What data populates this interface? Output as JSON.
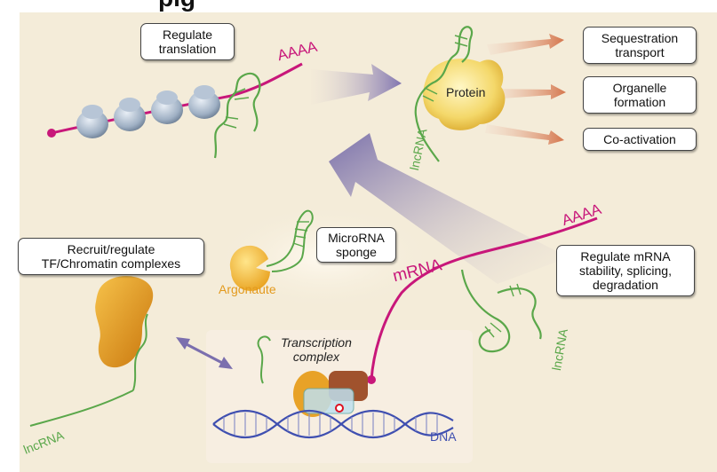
{
  "header_fragment": "pig",
  "boxes": {
    "regulate_translation": "Regulate\ntranslation",
    "sequestration": "Sequestration\ntransport",
    "organelle": "Organelle\nformation",
    "coactivation": "Co-activation",
    "microrna_sponge": "MicroRNA\nsponge",
    "recruit": "Recruit/regulate\nTF/Chromatin complexes",
    "regulate_mrna": "Regulate mRNA\nstability, splicing,\ndegradation"
  },
  "labels": {
    "aaaa_top": "AAAA",
    "aaaa_right": "AAAA",
    "protein": "Protein",
    "lncrna_protein": "lncRNA",
    "argonaute": "Argonaute",
    "mrna": "mRNA",
    "lncrna_right": "lncRNA",
    "transcription_complex": "Transcription\ncomplex",
    "lncrna_bottom": "lncRNA",
    "dna": "DNA"
  },
  "colors": {
    "background": "#f4ecd9",
    "magenta": "#c8177a",
    "green": "#5aa74a",
    "purple_arrow": "#7b6fae",
    "orange_arrow": "#d5764d",
    "argonaute": "#e9a321",
    "dna_blue": "#3f4fb0"
  }
}
